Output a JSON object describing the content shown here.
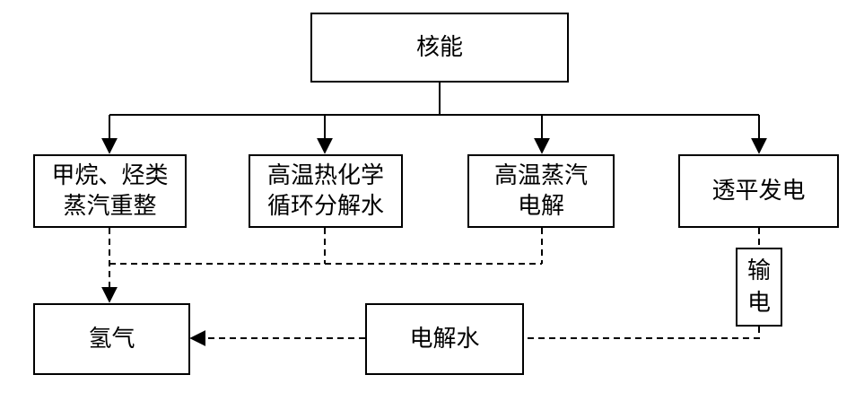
{
  "nodes": {
    "nuclear": "核能",
    "methane_lines": [
      "甲烷、烃类",
      "蒸汽重整"
    ],
    "thermo_lines": [
      "高温热化学",
      "循环分解水"
    ],
    "steam_lines": [
      "高温蒸汽",
      "电解"
    ],
    "power": "透平发电",
    "transmit_lines": [
      "输",
      "电"
    ],
    "hydrogen": "氢气",
    "electrolysis": "电解水"
  },
  "colors": {
    "line": "#000000",
    "background": "#ffffff"
  }
}
